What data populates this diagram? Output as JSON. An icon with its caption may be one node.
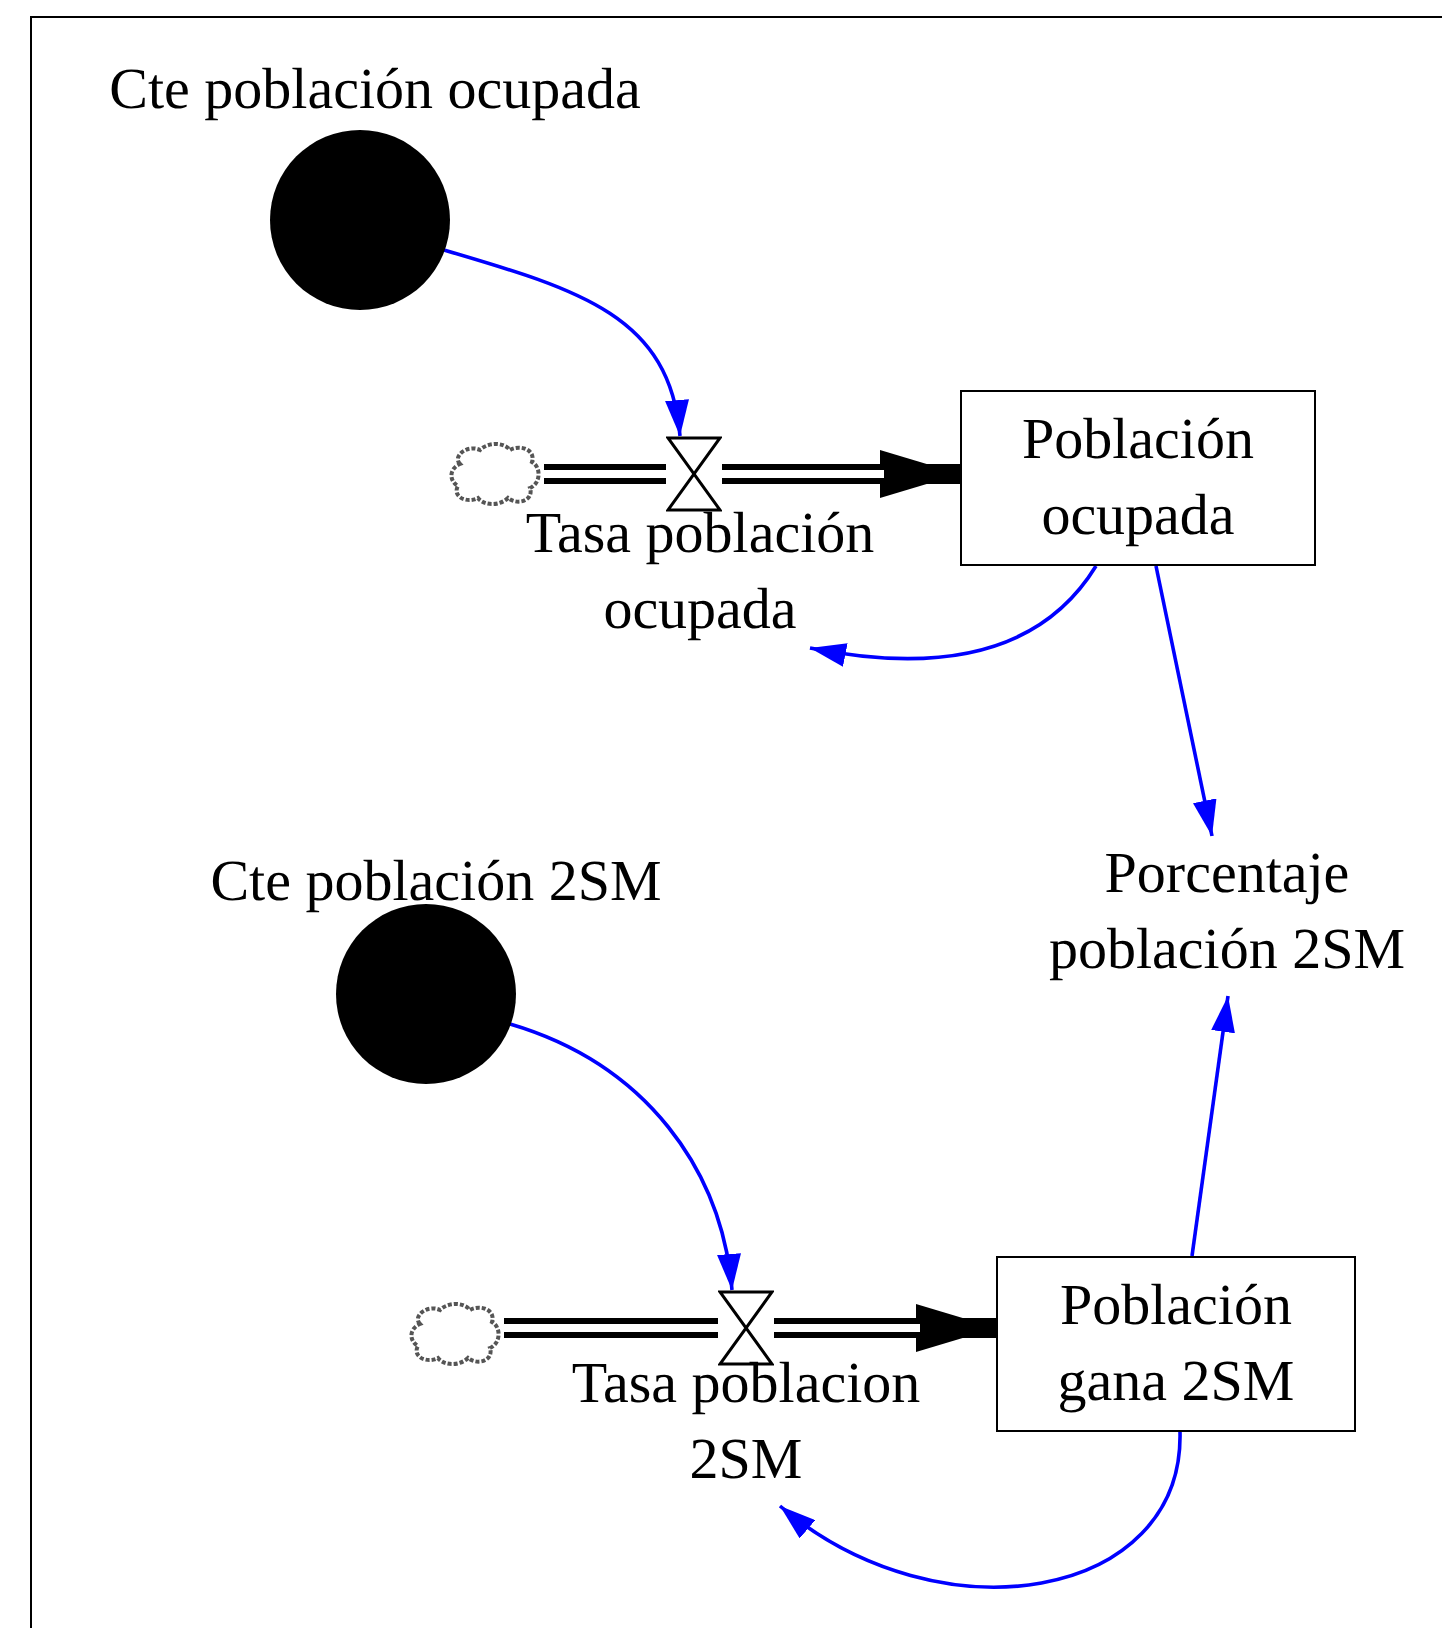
{
  "diagram": {
    "nodes": [
      {
        "text": [
          "Cte población ocupada"
        ]
      },
      {
        "text": [],
        "shape": "cloud"
      },
      {
        "text": [
          "Tasa población ocupada"
        ]
      },
      {
        "text": [
          "Población ocupada"
        ]
      },
      {
        "text": [
          "Porcentaje población 2SM"
        ]
      },
      {
        "text": [
          "Cte población 2SM"
        ]
      },
      {
        "text": [],
        "shape": "cloud"
      },
      {
        "text": [
          "Tasa poblacion 2SM"
        ]
      },
      {
        "text": [
          "Población gana 2SM"
        ]
      }
    ],
    "edges": [
      {
        "from": 0,
        "to": 2,
        "arrow": "to"
      },
      {
        "from": 1,
        "to": 2,
        "arrow": "none",
        "style": "thick",
        "color": "#000000"
      },
      {
        "from": 2,
        "to": 3,
        "arrow": "to",
        "style": "thick",
        "color": "#000000"
      },
      {
        "from": 3,
        "to": 2,
        "arrow": "to"
      },
      {
        "from": 3,
        "to": 4,
        "arrow": "to"
      },
      {
        "from": 5,
        "to": 7,
        "arrow": "to"
      },
      {
        "from": 6,
        "to": 7,
        "arrow": "none",
        "style": "thick",
        "color": "#000000"
      },
      {
        "from": 7,
        "to": 8,
        "arrow": "to",
        "style": "thick",
        "color": "#000000"
      },
      {
        "from": 8,
        "to": 7,
        "arrow": "to"
      },
      {
        "from": 8,
        "to": 4,
        "arrow": "to"
      }
    ]
  }
}
